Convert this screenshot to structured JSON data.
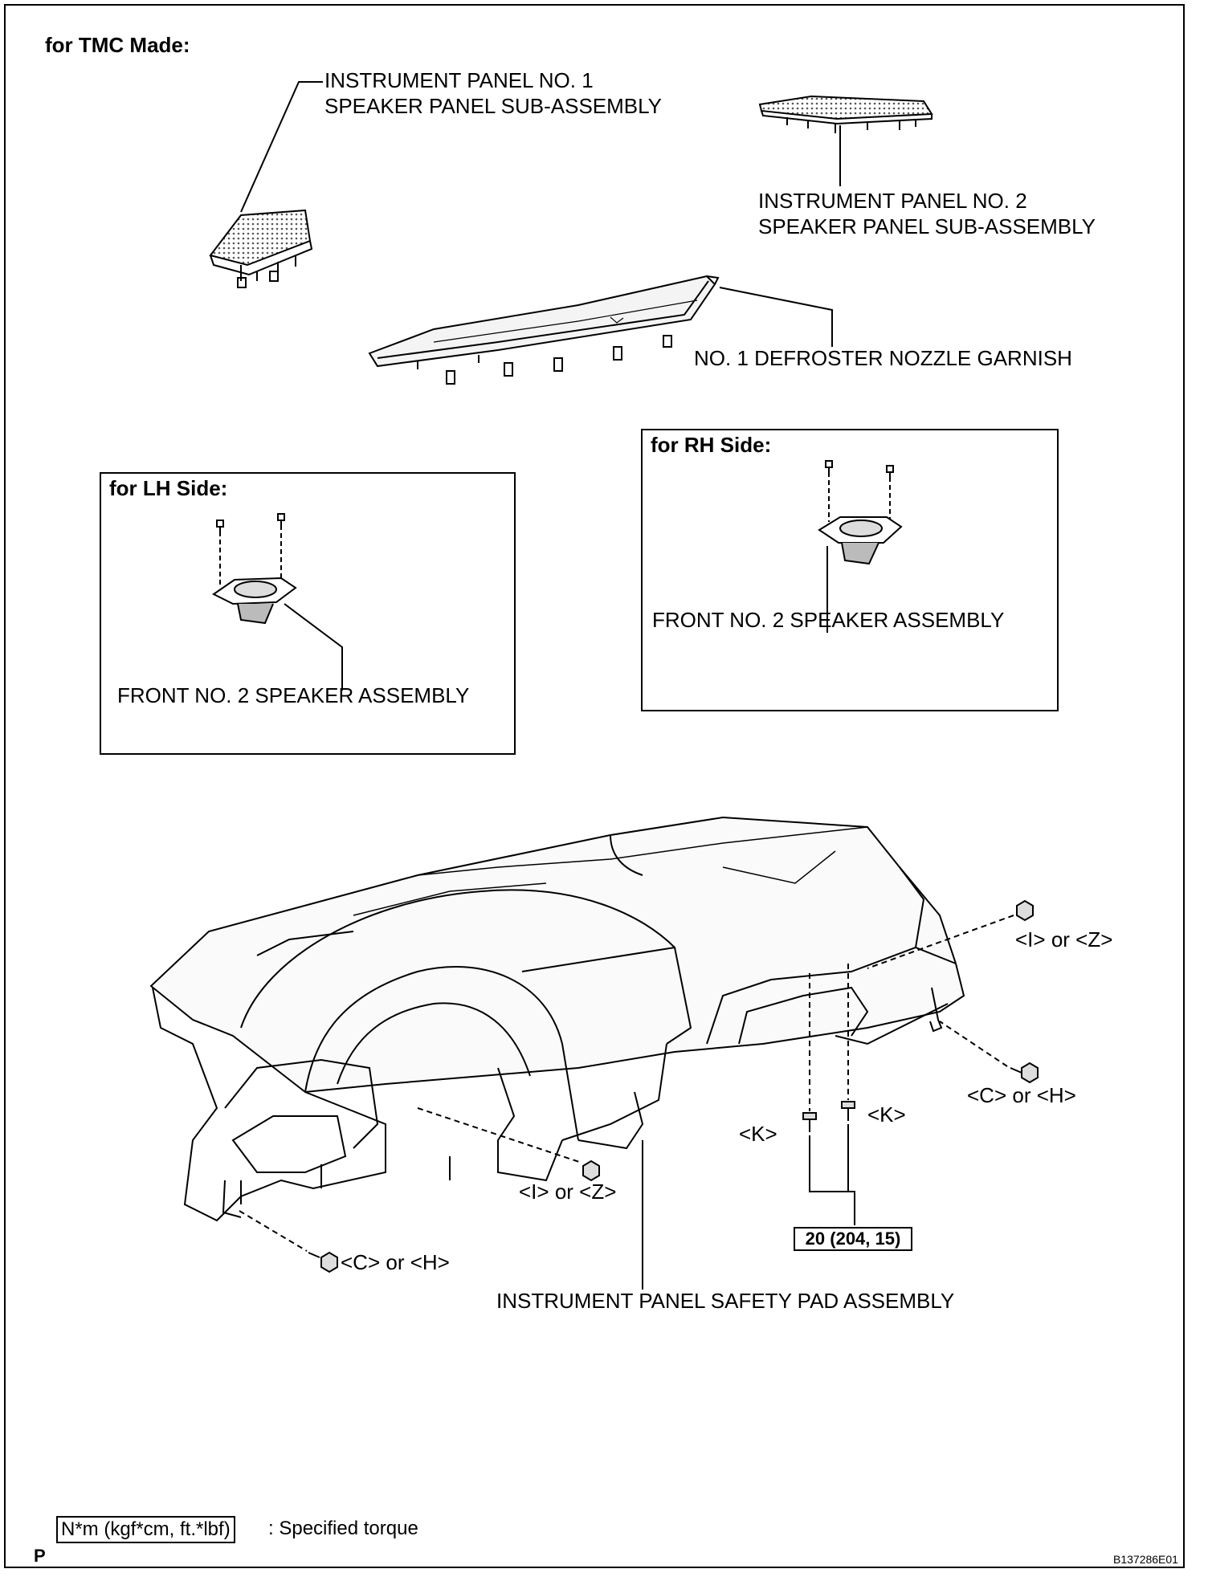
{
  "header": {
    "title": "for TMC Made:"
  },
  "parts": {
    "speaker_panel_1": [
      "INSTRUMENT PANEL NO. 1",
      "SPEAKER PANEL SUB-ASSEMBLY"
    ],
    "speaker_panel_2": [
      "INSTRUMENT PANEL NO. 2",
      "SPEAKER PANEL SUB-ASSEMBLY"
    ],
    "defroster": "NO. 1 DEFROSTER NOZZLE GARNISH",
    "safety_pad": "INSTRUMENT PANEL SAFETY PAD ASSEMBLY"
  },
  "lh_box": {
    "title": "for LH Side:",
    "part": "FRONT NO. 2 SPEAKER ASSEMBLY"
  },
  "rh_box": {
    "title": "for RH Side:",
    "part": "FRONT NO. 2 SPEAKER ASSEMBLY"
  },
  "fasteners": {
    "iz_right": "<I> or <Z>",
    "ch_right": "<C> or <H>",
    "k_left": "<K>",
    "k_right": "<K>",
    "iz_left": "<I> or <Z>",
    "ch_left": "<C> or <H>"
  },
  "torque": "20 (204, 15)",
  "legend": {
    "unit": "N*m (kgf*cm, ft.*lbf)",
    "text": ": Specified torque"
  },
  "footer": {
    "section": "P",
    "code": "B137286E01"
  }
}
